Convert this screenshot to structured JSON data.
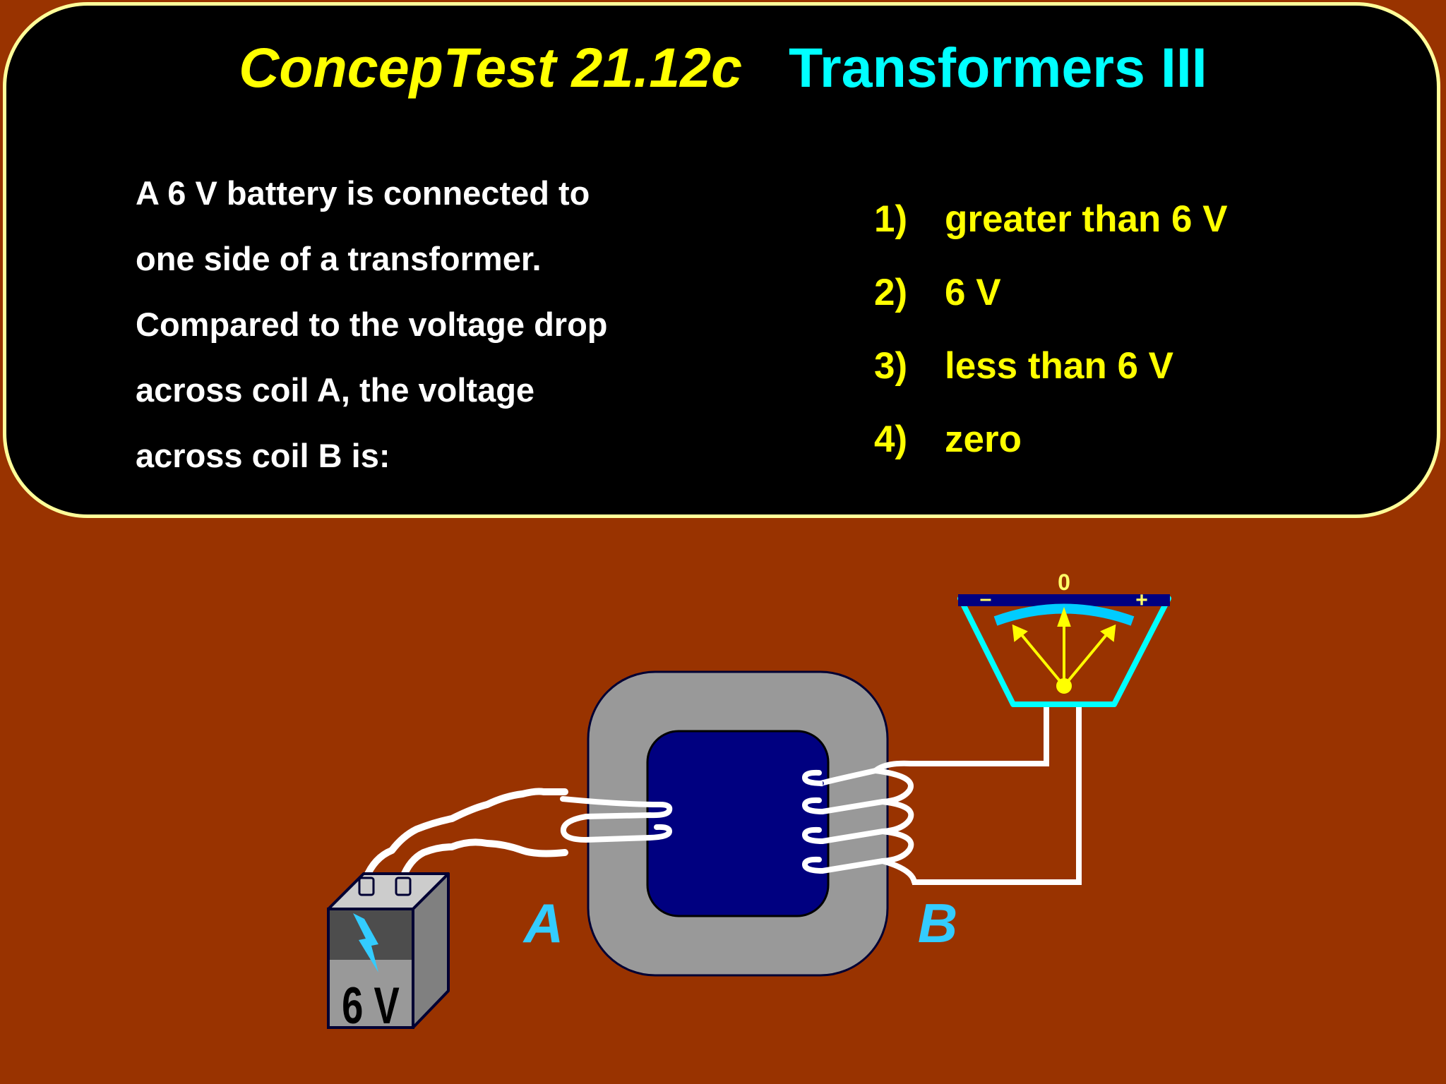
{
  "title": {
    "test_id": "ConcepTest 21.12c",
    "topic": "Transformers III"
  },
  "question": {
    "lines": [
      "A 6 V battery is connected to",
      "one side of a transformer.",
      "Compared to the voltage drop",
      "across coil A, the voltage",
      "across coil B is:"
    ]
  },
  "options": [
    {
      "number": "1)",
      "text": "greater than 6 V"
    },
    {
      "number": "2)",
      "text": "6 V"
    },
    {
      "number": "3)",
      "text": "less than 6 V"
    },
    {
      "number": "4)",
      "text": "zero"
    }
  ],
  "diagram": {
    "battery_label": "6 V",
    "coil_a_label": "A",
    "coil_b_label": "B",
    "meter": {
      "zero_label": "0",
      "minus_label": "–",
      "plus_label": "+"
    },
    "colors": {
      "background": "#993300",
      "core_gray": "#999999",
      "core_window": "#000080",
      "coil_wire": "#ffffff",
      "label_cyan": "#33ccff",
      "meter_frame": "#00ffff",
      "meter_needle": "#ffff00",
      "lightning": "#33ccff"
    }
  }
}
